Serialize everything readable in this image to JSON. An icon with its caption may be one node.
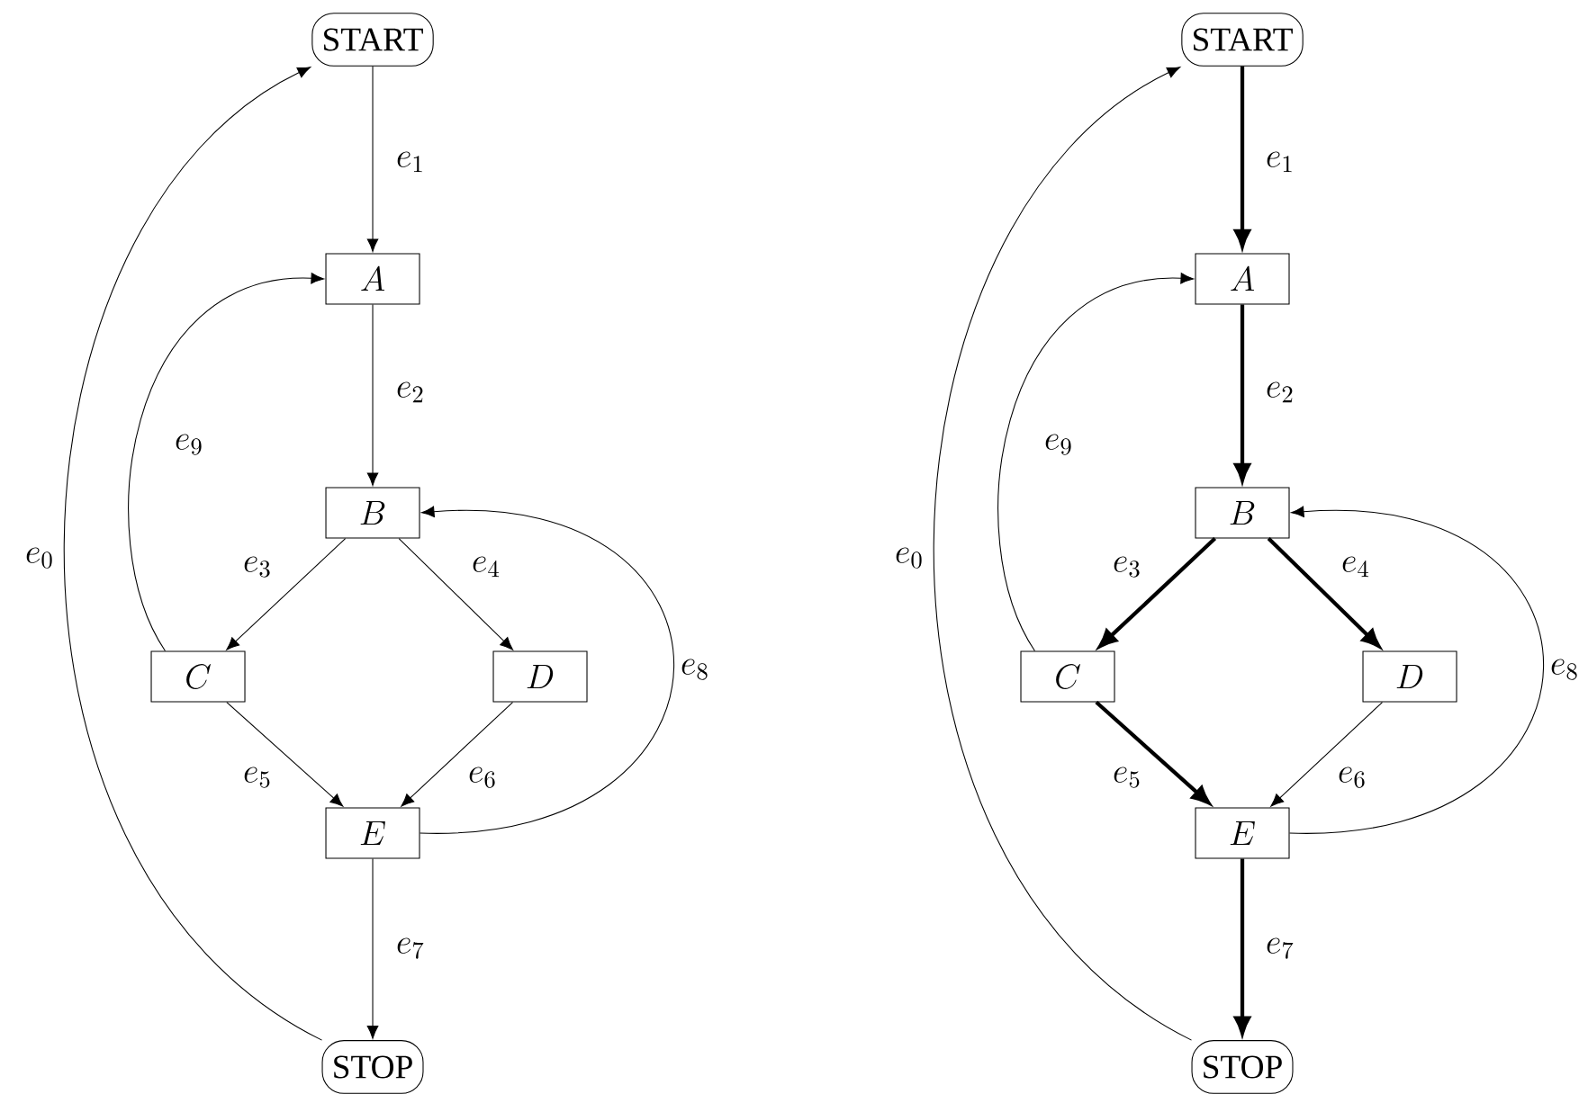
{
  "diagram": {
    "nodes": [
      {
        "text": [
          "START"
        ]
      },
      {
        "text": [
          "A"
        ]
      },
      {
        "text": [
          "B"
        ]
      },
      {
        "text": [
          "C"
        ]
      },
      {
        "text": [
          "D"
        ]
      },
      {
        "text": [
          "E"
        ]
      },
      {
        "text": [
          "STOP"
        ]
      },
      {
        "text": [
          "START"
        ]
      },
      {
        "text": [
          "A"
        ]
      },
      {
        "text": [
          "B"
        ]
      },
      {
        "text": [
          "C"
        ]
      },
      {
        "text": [
          "D"
        ]
      },
      {
        "text": [
          "E"
        ]
      },
      {
        "text": [
          "STOP"
        ]
      }
    ],
    "edges": [
      {
        "from": 6,
        "to": 0,
        "arrow": "to",
        "label": "e_0"
      },
      {
        "from": 0,
        "to": 1,
        "arrow": "to",
        "label": "e_1"
      },
      {
        "from": 1,
        "to": 2,
        "arrow": "to",
        "label": "e_2"
      },
      {
        "from": 2,
        "to": 3,
        "arrow": "to",
        "label": "e_3"
      },
      {
        "from": 2,
        "to": 4,
        "arrow": "to",
        "label": "e_4"
      },
      {
        "from": 3,
        "to": 5,
        "arrow": "to",
        "label": "e_5"
      },
      {
        "from": 4,
        "to": 5,
        "arrow": "to",
        "label": "e_6"
      },
      {
        "from": 5,
        "to": 6,
        "arrow": "to",
        "label": "e_7"
      },
      {
        "from": 5,
        "to": 2,
        "arrow": "to",
        "label": "e_8"
      },
      {
        "from": 3,
        "to": 1,
        "arrow": "to",
        "label": "e_9"
      },
      {
        "from": 13,
        "to": 7,
        "arrow": "to",
        "label": "e_0"
      },
      {
        "from": 7,
        "to": 8,
        "arrow": "to",
        "label": "e_1",
        "style": "thick"
      },
      {
        "from": 8,
        "to": 9,
        "arrow": "to",
        "label": "e_2",
        "style": "thick"
      },
      {
        "from": 9,
        "to": 10,
        "arrow": "to",
        "label": "e_3",
        "style": "thick"
      },
      {
        "from": 9,
        "to": 11,
        "arrow": "to",
        "label": "e_4",
        "style": "thick"
      },
      {
        "from": 10,
        "to": 12,
        "arrow": "to",
        "label": "e_5",
        "style": "thick"
      },
      {
        "from": 11,
        "to": 12,
        "arrow": "to",
        "label": "e_6"
      },
      {
        "from": 12,
        "to": 13,
        "arrow": "to",
        "label": "e_7",
        "style": "thick"
      },
      {
        "from": 12,
        "to": 9,
        "arrow": "to",
        "label": "e_8"
      },
      {
        "from": 10,
        "to": 8,
        "arrow": "to",
        "label": "e_9"
      }
    ]
  }
}
